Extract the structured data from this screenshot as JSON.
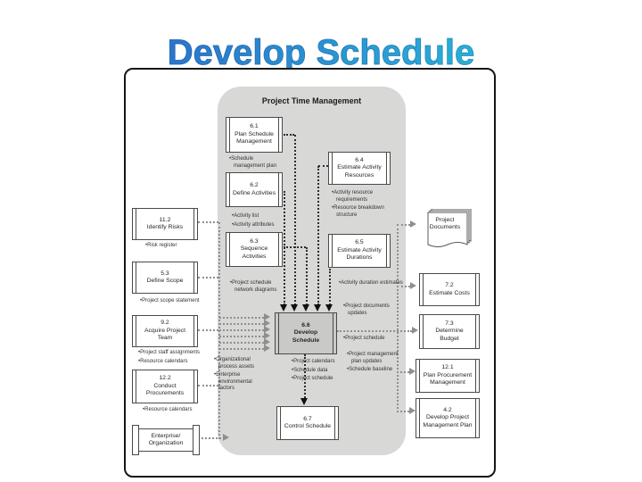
{
  "slide": {
    "title": "Develop Schedule"
  },
  "diagram": {
    "header": "Project Time Management",
    "colors": {
      "panel_gray": "#d8d8d6",
      "center_box_fill": "#c9c9c7",
      "title_gradient_start": "#2b5fc6",
      "title_gradient_end": "#29b7da"
    },
    "boxes": {
      "b61": {
        "number": "6.1",
        "name": "Plan Schedule Management"
      },
      "b62": {
        "number": "6.2",
        "name": "Define Activities"
      },
      "b63": {
        "number": "6.3",
        "name": "Sequence Activities"
      },
      "b64": {
        "number": "6.4",
        "name": "Estimate Activity Resources"
      },
      "b65": {
        "number": "6.5",
        "name": "Estimate Activity Durations"
      },
      "b66": {
        "number": "6.6",
        "name": "Develop Schedule"
      },
      "b67": {
        "number": "6.7",
        "name": "Control Schedule"
      },
      "b112": {
        "number": "11.2",
        "name": "Identify Risks"
      },
      "b53": {
        "number": "5.3",
        "name": "Define Scope"
      },
      "b92": {
        "number": "9.2",
        "name": "Acquire Project Team"
      },
      "b122": {
        "number": "12.2",
        "name": "Conduct Procurements"
      },
      "bent": {
        "name": "Enterprise/ Organization"
      },
      "bpd": {
        "name": "Project Documents"
      },
      "b72": {
        "number": "7.2",
        "name": "Estimate Costs"
      },
      "b73": {
        "number": "7.3",
        "name": "Determine Budget"
      },
      "b121": {
        "number": "12.1",
        "name": "Plan Procurement Management"
      },
      "b42": {
        "number": "4.2",
        "name": "Develop Project Management Plan"
      }
    },
    "notes": {
      "n61": {
        "items": [
          "Schedule management plan"
        ]
      },
      "n62": {
        "items": [
          "Activity list",
          "Activity attributes"
        ]
      },
      "n63": {
        "items": [
          "Project schedule network diagrams"
        ]
      },
      "n64": {
        "items": [
          "Activity resource requirements",
          "Resource breakdown structure"
        ]
      },
      "n65": {
        "items": [
          "Activity duration estimates"
        ]
      },
      "n112": {
        "items": [
          "Risk register"
        ]
      },
      "n53": {
        "items": [
          "Project scope statement"
        ]
      },
      "n92": {
        "items": [
          "Project staff assignments",
          "Resource calendars"
        ]
      },
      "n122": {
        "items": [
          "Resource calendars"
        ]
      },
      "n66left": {
        "items": [
          "Organizational process assets",
          "Enterprise environmental factors"
        ]
      },
      "n66right1": {
        "items": [
          "Project documents updates"
        ]
      },
      "n66right2": {
        "items": [
          "Project schedule"
        ]
      },
      "n66right3": {
        "items": [
          "Project management plan updates",
          "Schedule baseline"
        ]
      },
      "n66bottom": {
        "items": [
          "Project calendars",
          "Schedule data",
          "Project schedule"
        ]
      }
    }
  }
}
